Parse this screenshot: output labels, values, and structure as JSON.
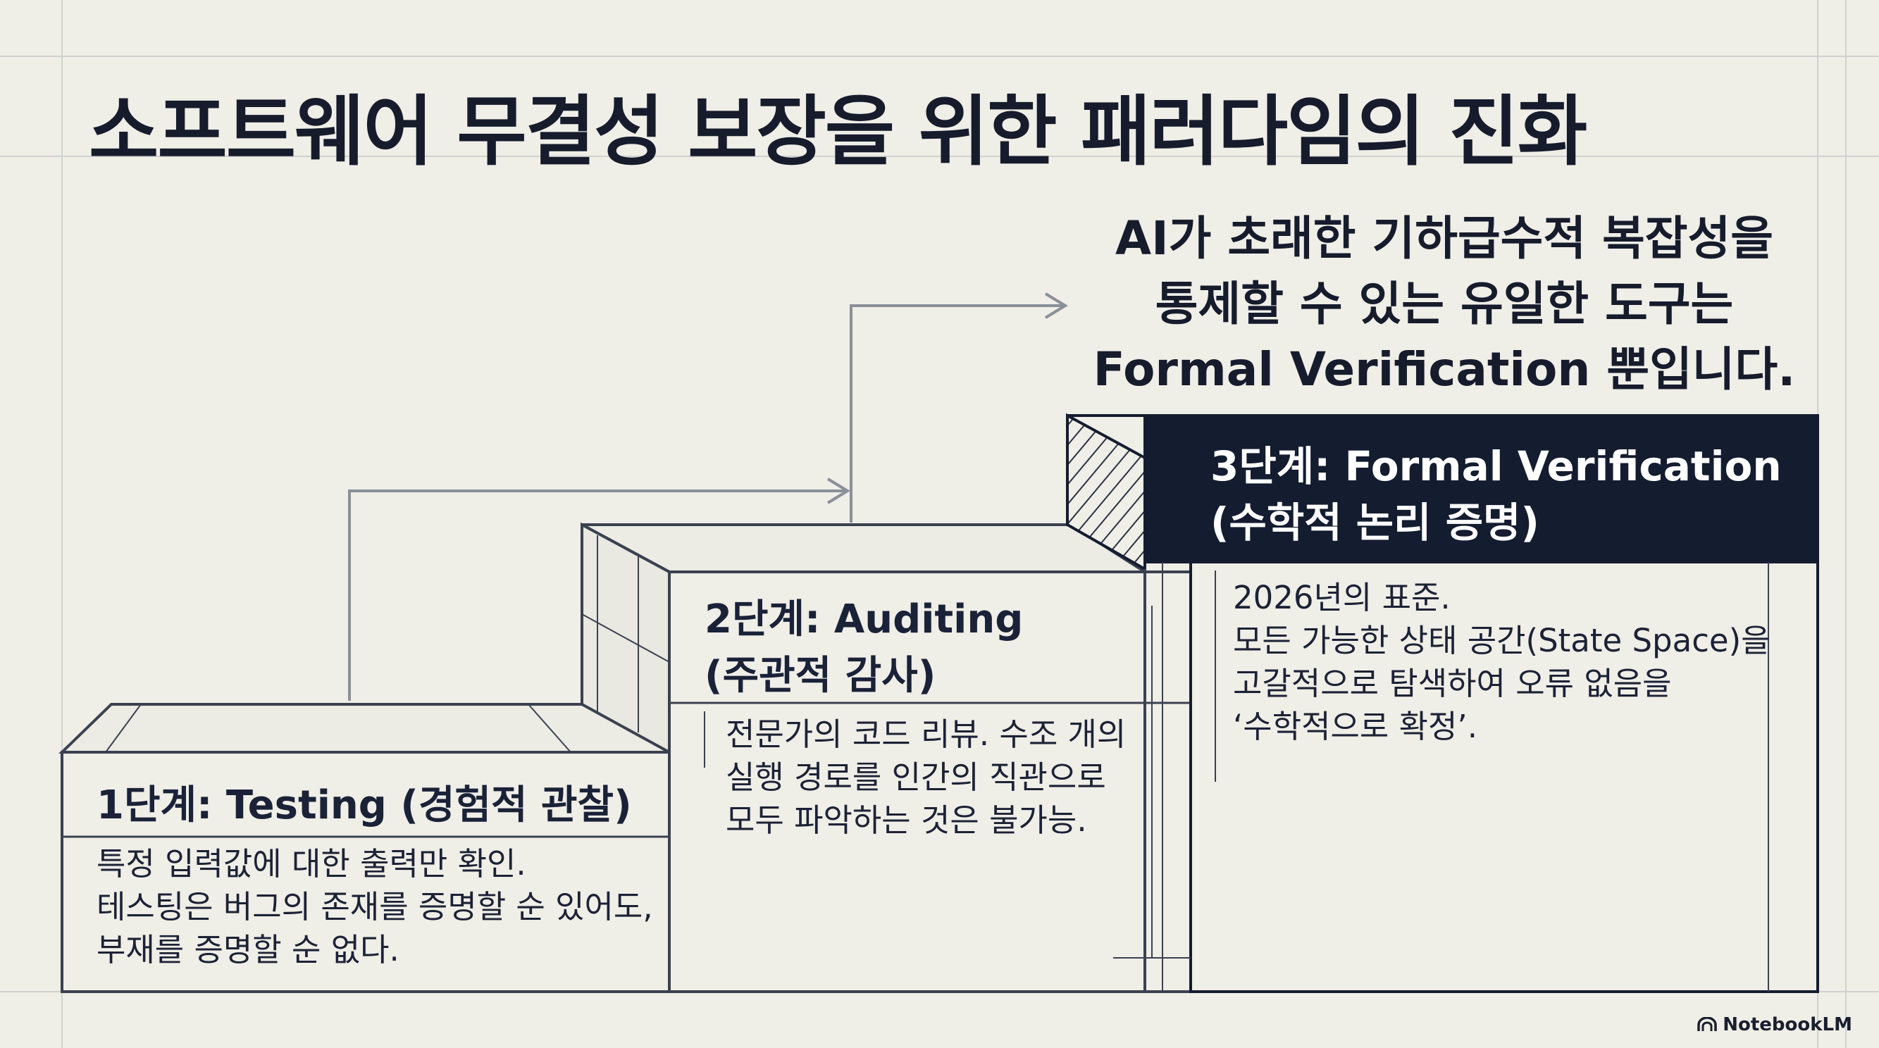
{
  "title": "소프트웨어 무결성 보장을 위한 패러다임의 진화",
  "callout": {
    "lines": [
      "AI가 초래한 기하급수적 복잡성을",
      "통제할 수 있는 유일한 도구는",
      "Formal Verification 뿐입니다."
    ]
  },
  "steps": [
    {
      "heading": "1단계: Testing (경험적 관찰)",
      "body": [
        "특정 입력값에 대한 출력만 확인.",
        "테스팅은 버그의 존재를 증명할 순 있어도,",
        "부재를 증명할 순 없다."
      ]
    },
    {
      "heading_lines": [
        "2단계: Auditing",
        "(주관적 감사)"
      ],
      "body": [
        "전문가의 코드 리뷰. 수조 개의",
        "실행 경로를 인간의 직관으로",
        "모두 파악하는 것은 불가능."
      ]
    },
    {
      "heading_lines": [
        "3단계: Formal Verification",
        "(수학적 논리 증명)"
      ],
      "body": [
        "2026년의 표준.",
        "모든 가능한 상태 공간(State Space)을",
        "고갈적으로 탐색하여 오류 없음을",
        "‘수학적으로 확정’."
      ]
    }
  ],
  "logo": {
    "text": "NotebookLM",
    "icon": "notebooklm-logo-icon"
  },
  "colors": {
    "background": "#efeee7",
    "navy": "#141c30",
    "line": "#3a4150",
    "grid": "#cfd2cf",
    "arrow": "#8a8f98"
  }
}
